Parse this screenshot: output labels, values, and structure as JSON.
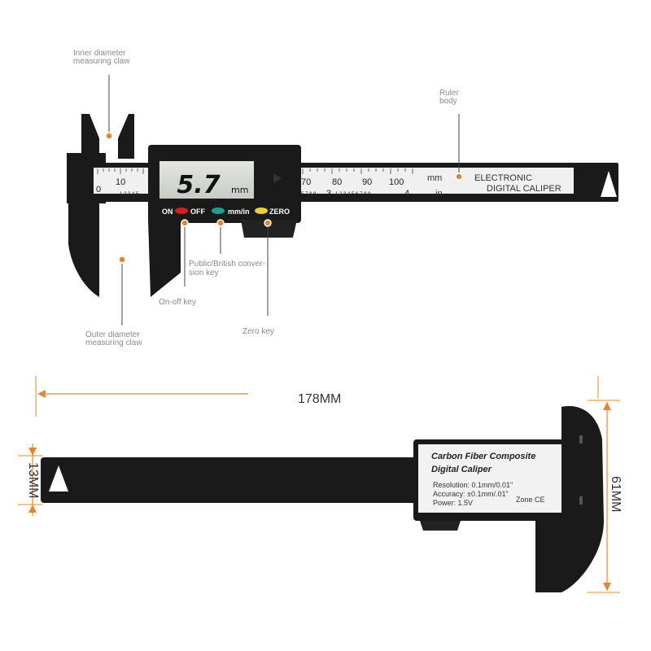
{
  "top_view": {
    "callouts": {
      "inner_claw": [
        "Inner diameter",
        "measuring claw"
      ],
      "ruler_body": [
        "Ruler",
        "body"
      ],
      "conversion_key": [
        "Public/British conver-",
        "sion key"
      ],
      "onoff_key": "On-off key",
      "zero_key": "Zero key",
      "outer_claw": [
        "Outer diameter",
        "measuring claw"
      ]
    },
    "lcd": {
      "value": "5.7",
      "unit": "mm"
    },
    "buttons": {
      "on": "ON",
      "off": "OFF",
      "mmin": "mm/in",
      "zero": "ZERO"
    },
    "body_text": {
      "line1": "ELECTRONIC",
      "line2": "DIGITAL CALIPER",
      "mm": "mm",
      "in": "in"
    },
    "scale_ticks": [
      "10",
      "70",
      "80",
      "90",
      "100"
    ],
    "inch_ticks": [
      "3",
      "4"
    ]
  },
  "bottom_view": {
    "length_label": "178MM",
    "height_label": "61MM",
    "width_label": "13MM",
    "card": {
      "title1": "Carbon Fiber Composite",
      "title2": "Digital Caliper",
      "resolution": "Resolution: 0.1mm/0.01\"",
      "accuracy": "Accuracy: ±0.1mm/.01\"",
      "power": "Power: 1.5V",
      "zone": "Zone CE"
    }
  },
  "colors": {
    "accent": "#e8842a",
    "button_red": "#d02020",
    "button_teal": "#1aa38a",
    "button_yellow": "#e8d030",
    "lcd": "#d9dcd7"
  }
}
